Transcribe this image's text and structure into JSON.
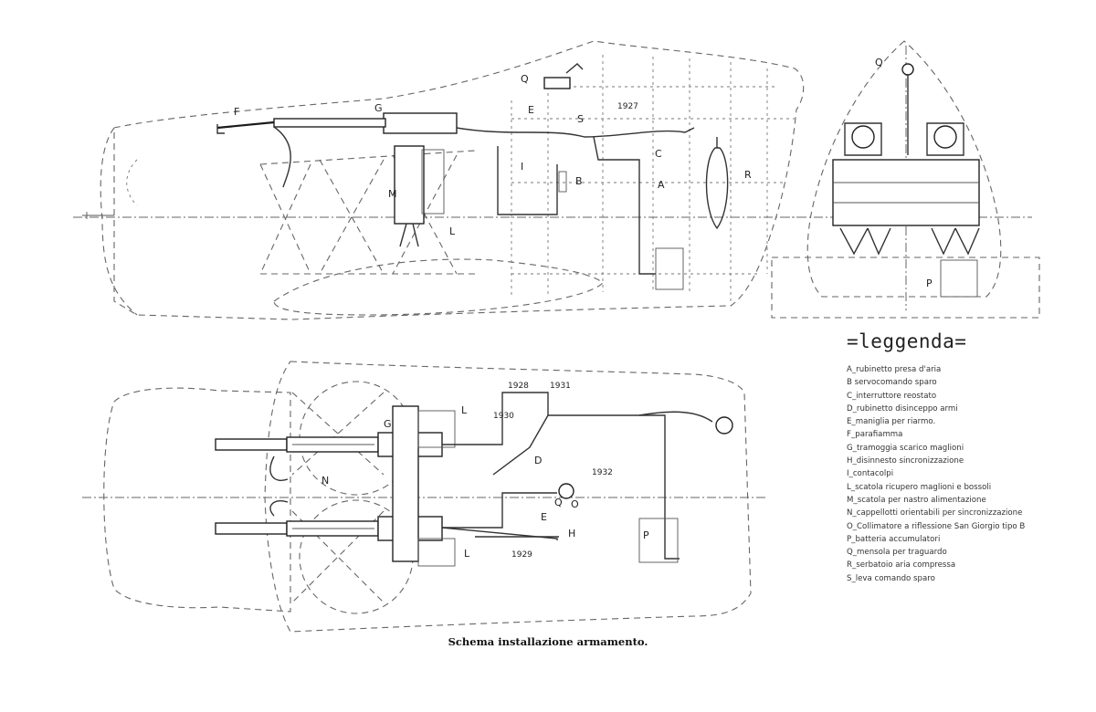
{
  "caption": "Schema installazione armamento.",
  "legend": {
    "title": "=leggenda=",
    "items": [
      "A_rubinetto presa d'aria",
      "B servocomando sparo",
      "C_interruttore reostato",
      "D_rubinetto disinceppo armi",
      "E_maniglia per riarmo.",
      "F_parafiamma",
      "G_tramoggia scarico maglioni",
      "H_disinnesto sincronizzazione",
      "I_contacolpi",
      "L_scatola ricupero maglioni e bossoli",
      "M_scatola per nastro alimentazione",
      "N_cappellotti orientabili per sincronizzazione",
      "O_Collimatore a riflessione San Giorgio tipo B",
      "P_batteria accumulatori",
      "Q_mensola per traguardo",
      "R_serbatoio aria compressa",
      "S_leva comando sparo"
    ]
  },
  "side_view": {
    "labels": [
      "F",
      "G",
      "M",
      "L",
      "E",
      "S",
      "I",
      "B",
      "C",
      "A",
      "R",
      "Q",
      "1927"
    ]
  },
  "front_view": {
    "labels": [
      "Q",
      "P"
    ]
  },
  "plan_view": {
    "labels": [
      "G",
      "L",
      "N",
      "1928",
      "1931",
      "1930",
      "D",
      "1932",
      "Q",
      "O",
      "E",
      "H",
      "1929",
      "L",
      "P"
    ]
  }
}
